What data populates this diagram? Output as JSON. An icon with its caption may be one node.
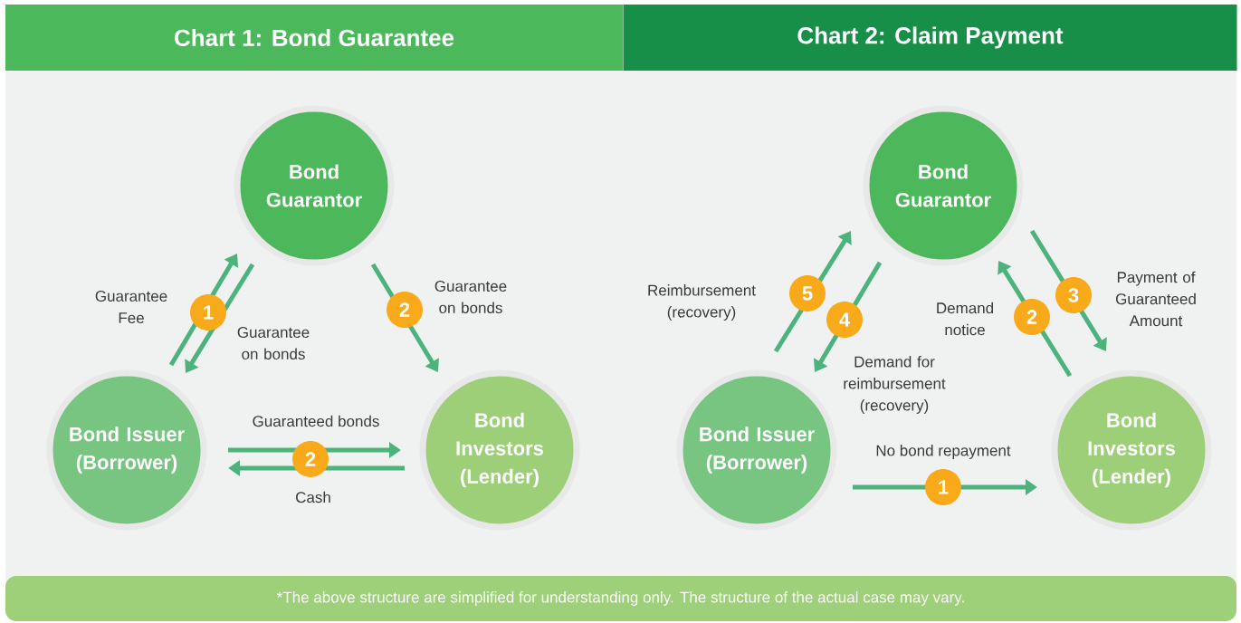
{
  "diagram": {
    "nodes": [
      {
        "text": [
          "Chart 1: Bond Guarantee"
        ]
      },
      {
        "text": [
          "Bond Guarantor"
        ]
      },
      {
        "text": [
          "Bond Issuer (Borrower)"
        ]
      },
      {
        "text": [
          "Bond Investors (Lender)"
        ]
      },
      {
        "text": [
          "Chart 2: Claim Payment"
        ]
      },
      {
        "text": [
          "Bond Guarantor"
        ]
      },
      {
        "text": [
          "Bond Issuer (Borrower)"
        ]
      },
      {
        "text": [
          "Bond Investors (Lender)"
        ]
      },
      {
        "text": [
          "*The above structure are simplified for understanding only. The structure of the actual case may vary."
        ]
      }
    ],
    "edges": [
      {
        "from": 2,
        "to": 1,
        "arrow": "to",
        "label": "Guarantee Fee"
      },
      {
        "from": 1,
        "to": 2,
        "arrow": "to",
        "label": "Guarantee on bonds"
      },
      {
        "from": 1,
        "to": 3,
        "arrow": "to",
        "label": "Guarantee on bonds"
      },
      {
        "from": 2,
        "to": 3,
        "arrow": "to",
        "label": "Guaranteed bonds"
      },
      {
        "from": 3,
        "to": 2,
        "arrow": "to",
        "label": "Cash"
      },
      {
        "from": 6,
        "to": 5,
        "arrow": "to",
        "label": "Reimbursement (recovery)"
      },
      {
        "from": 5,
        "to": 6,
        "arrow": "to",
        "label": "Demand for reimbursement (recovery)"
      },
      {
        "from": 7,
        "to": 5,
        "arrow": "to",
        "label": "Demand notice"
      },
      {
        "from": 5,
        "to": 7,
        "arrow": "to",
        "label": "Payment of Guaranteed Amount"
      },
      {
        "from": 6,
        "to": 7,
        "arrow": "to",
        "label": "No bond repayment"
      }
    ],
    "labels": [
      "1",
      "2",
      "2",
      "5",
      "4",
      "2",
      "3",
      "1"
    ]
  }
}
